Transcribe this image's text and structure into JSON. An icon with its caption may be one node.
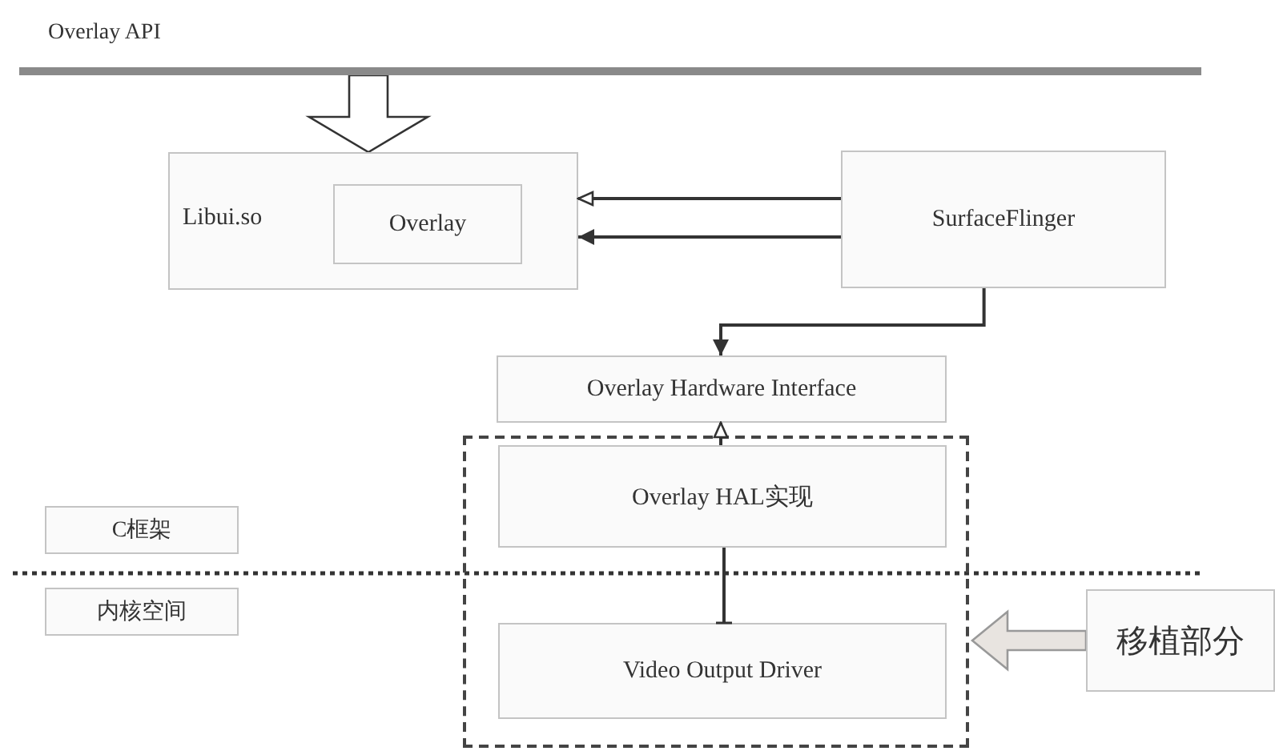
{
  "diagram": {
    "nodes": [
      {
        "text": [
          "Overlay API"
        ]
      },
      {
        "text": [
          "Libui.so"
        ]
      },
      {
        "text": [
          "Overlay"
        ],
        "in": 1
      },
      {
        "text": [
          "SurfaceFlinger"
        ]
      },
      {
        "text": [
          "Overlay Hardware Interface"
        ]
      },
      {
        "text": [],
        "shape": "box"
      },
      {
        "text": [
          "Overlay HAL实现"
        ],
        "in": 5
      },
      {
        "text": [
          "Video Output Driver"
        ],
        "in": 5
      },
      {
        "text": [
          "C框架"
        ]
      },
      {
        "text": [
          "内核空间"
        ]
      },
      {
        "text": [
          "移植部分"
        ]
      }
    ],
    "edges": [
      {
        "from": 0,
        "to": 1,
        "arrow": "to",
        "style": "thick"
      },
      {
        "from": 3,
        "to": 1,
        "arrow": "to"
      },
      {
        "from": 3,
        "to": 1,
        "arrow": "to"
      },
      {
        "from": 3,
        "to": 4,
        "arrow": "to"
      },
      {
        "from": 6,
        "to": 4,
        "arrow": "to"
      },
      {
        "from": 6,
        "to": 7,
        "arrow": "other"
      },
      {
        "from": 10,
        "to": 5,
        "arrow": "to",
        "style": "thick"
      }
    ]
  }
}
